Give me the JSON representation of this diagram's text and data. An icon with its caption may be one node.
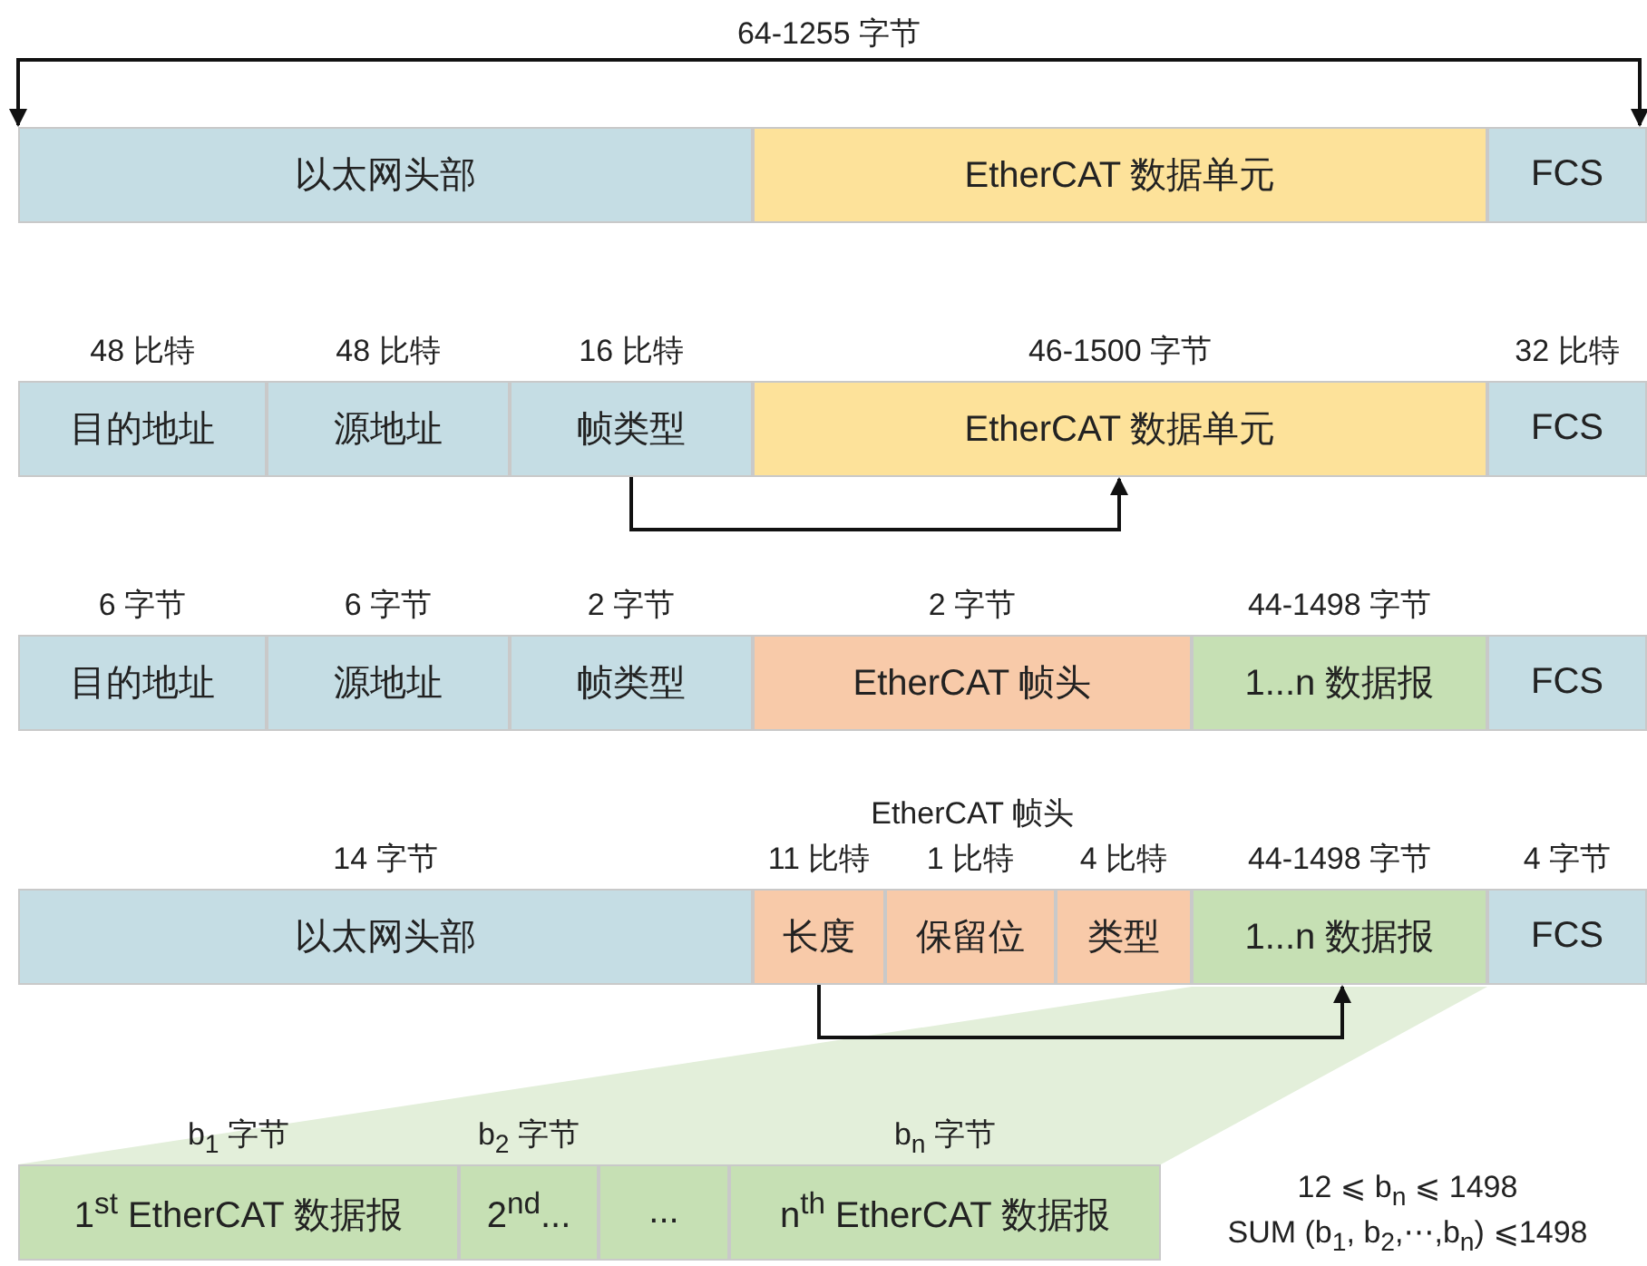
{
  "diagram": {
    "nodes": [
      {
        "text": [
          "以太网头部"
        ]
      },
      {
        "text": [
          "EtherCAT 数据单元"
        ]
      },
      {
        "text": [
          "FCS"
        ]
      },
      {
        "text": [
          "目的地址"
        ],
        "beside": [
          "48 比特"
        ]
      },
      {
        "text": [
          "源地址"
        ],
        "beside": [
          "48 比特"
        ]
      },
      {
        "text": [
          "帧类型"
        ],
        "beside": [
          "16 比特"
        ]
      },
      {
        "text": [
          "EtherCAT 数据单元"
        ],
        "beside": [
          "46-1500 字节"
        ]
      },
      {
        "text": [
          "FCS"
        ],
        "beside": [
          "32 比特"
        ]
      },
      {
        "text": [
          "目的地址"
        ],
        "beside": [
          "6 字节"
        ]
      },
      {
        "text": [
          "源地址"
        ],
        "beside": [
          "6 字节"
        ]
      },
      {
        "text": [
          "帧类型"
        ],
        "beside": [
          "2 字节"
        ]
      },
      {
        "text": [
          "EtherCAT 帧头"
        ],
        "beside": [
          "2 字节"
        ]
      },
      {
        "text": [
          "1...n 数据报"
        ],
        "beside": [
          "44-1498 字节"
        ]
      },
      {
        "text": [
          "FCS"
        ]
      },
      {
        "text": [
          "以太网头部"
        ],
        "beside": [
          "14 字节"
        ]
      },
      {
        "text": [
          "长度"
        ],
        "beside": [
          "11 比特"
        ]
      },
      {
        "text": [
          "保留位"
        ],
        "beside": [
          "1 比特"
        ]
      },
      {
        "text": [
          "类型"
        ],
        "beside": [
          "4 比特"
        ]
      },
      {
        "text": [
          "1...n 数据报"
        ],
        "beside": [
          "44-1498 字节"
        ]
      },
      {
        "text": [
          "FCS"
        ],
        "beside": [
          "4 字节"
        ]
      },
      {
        "text": [
          "1$^{st}$ EtherCAT 数据报"
        ],
        "beside": [
          "b$_{1}$ 字节"
        ]
      },
      {
        "text": [
          "2$^{nd}$..."
        ],
        "beside": [
          "b$_{2}$ 字节"
        ]
      },
      {
        "text": [
          "..."
        ]
      },
      {
        "text": [
          "n$^{th}$ EtherCAT 数据报"
        ],
        "beside": [
          "b$_{n}$ 字节"
        ]
      }
    ],
    "edges": [
      {
        "from": 0,
        "to": 2,
        "arrow": "both",
        "label": "64-1255 字节"
      },
      {
        "from": 5,
        "to": 6,
        "arrow": "to"
      },
      {
        "from": 15,
        "to": 18,
        "arrow": "to"
      }
    ],
    "labels": [
      "EtherCAT 帧头",
      "12 ⩽ b$_{n}$ ⩽ 1498",
      "SUM (b$_{1}$, b$_{2}$,⋯,b$_{n}$) ⩽1498"
    ]
  }
}
